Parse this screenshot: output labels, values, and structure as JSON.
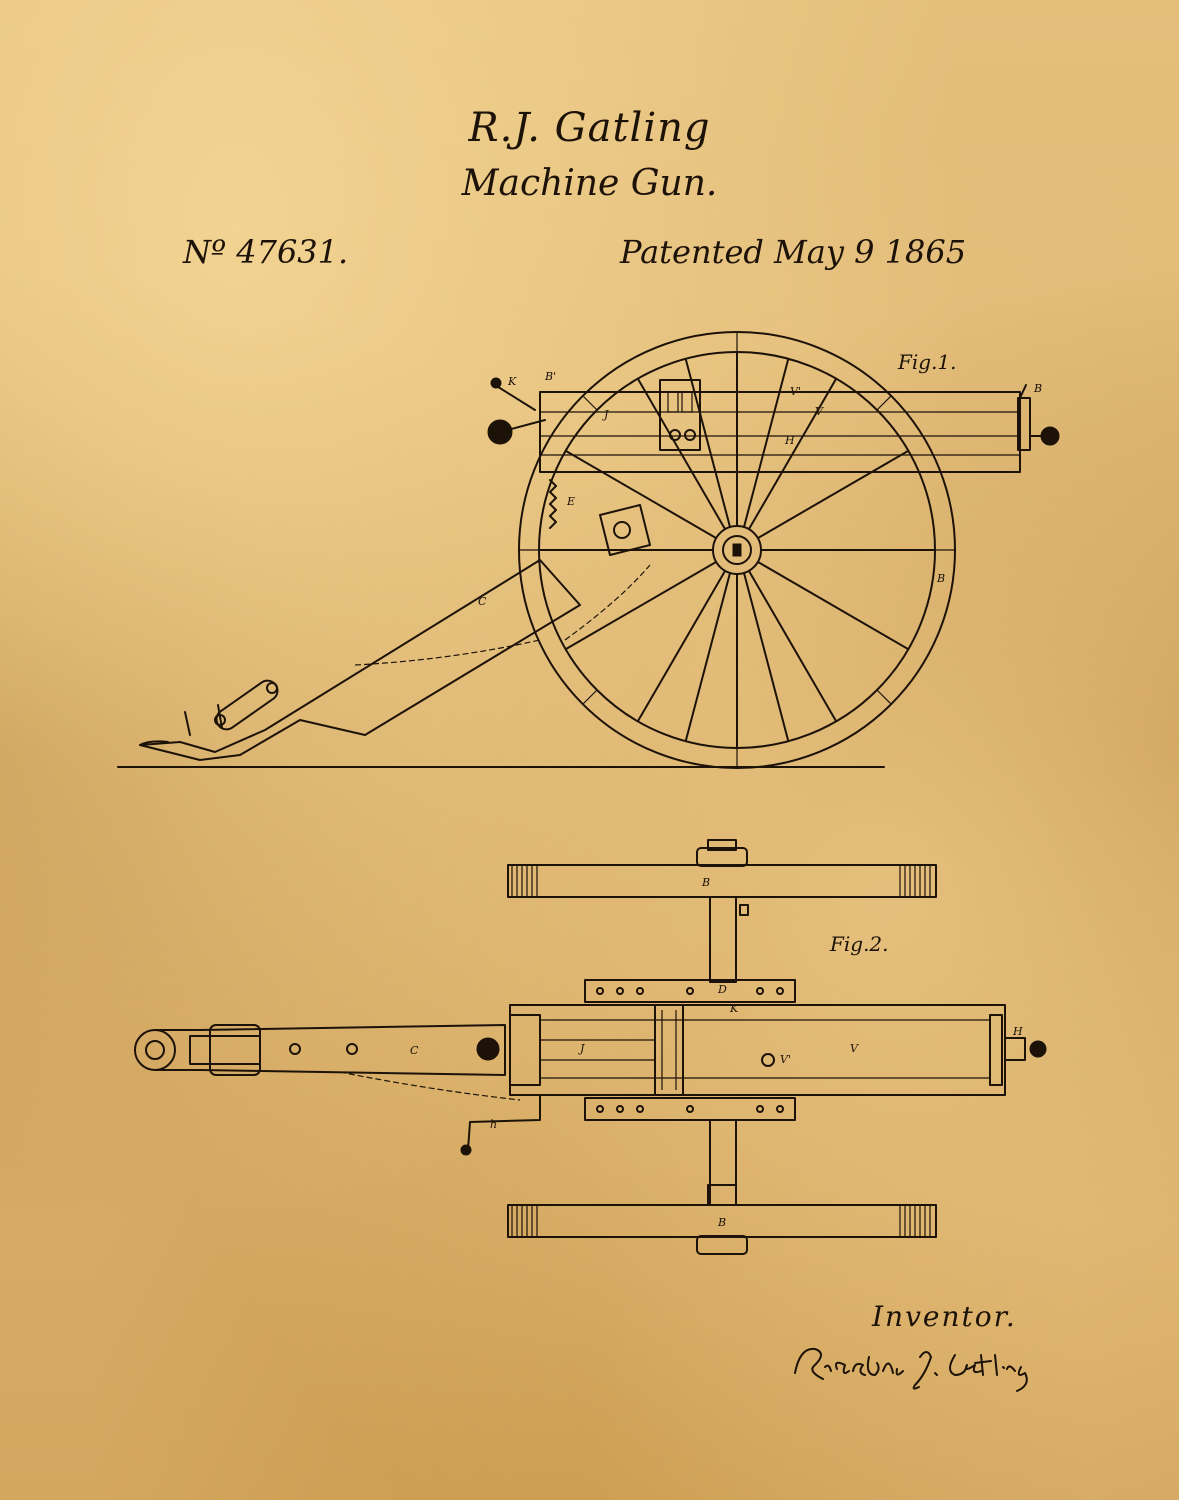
{
  "header": {
    "title": "R.J. Gatling",
    "subtitle": "Machine Gun.",
    "patent_number": "Nº 47631.",
    "patent_date": "Patented May 9 1865"
  },
  "figures": {
    "fig1_label": "Fig.1.",
    "fig2_label": "Fig.2."
  },
  "parts": {
    "K": "K",
    "B_prime": "B'",
    "J": "J",
    "H": "H",
    "V_prime": "V'",
    "V": "V",
    "E": "E",
    "C": "C",
    "B": "B",
    "D": "D",
    "h": "h"
  },
  "footer": {
    "inventor_label": "Inventor.",
    "signature": "Richard J. Gatling"
  },
  "colors": {
    "paper": "#d9b26c",
    "ink": "#1c1208"
  }
}
